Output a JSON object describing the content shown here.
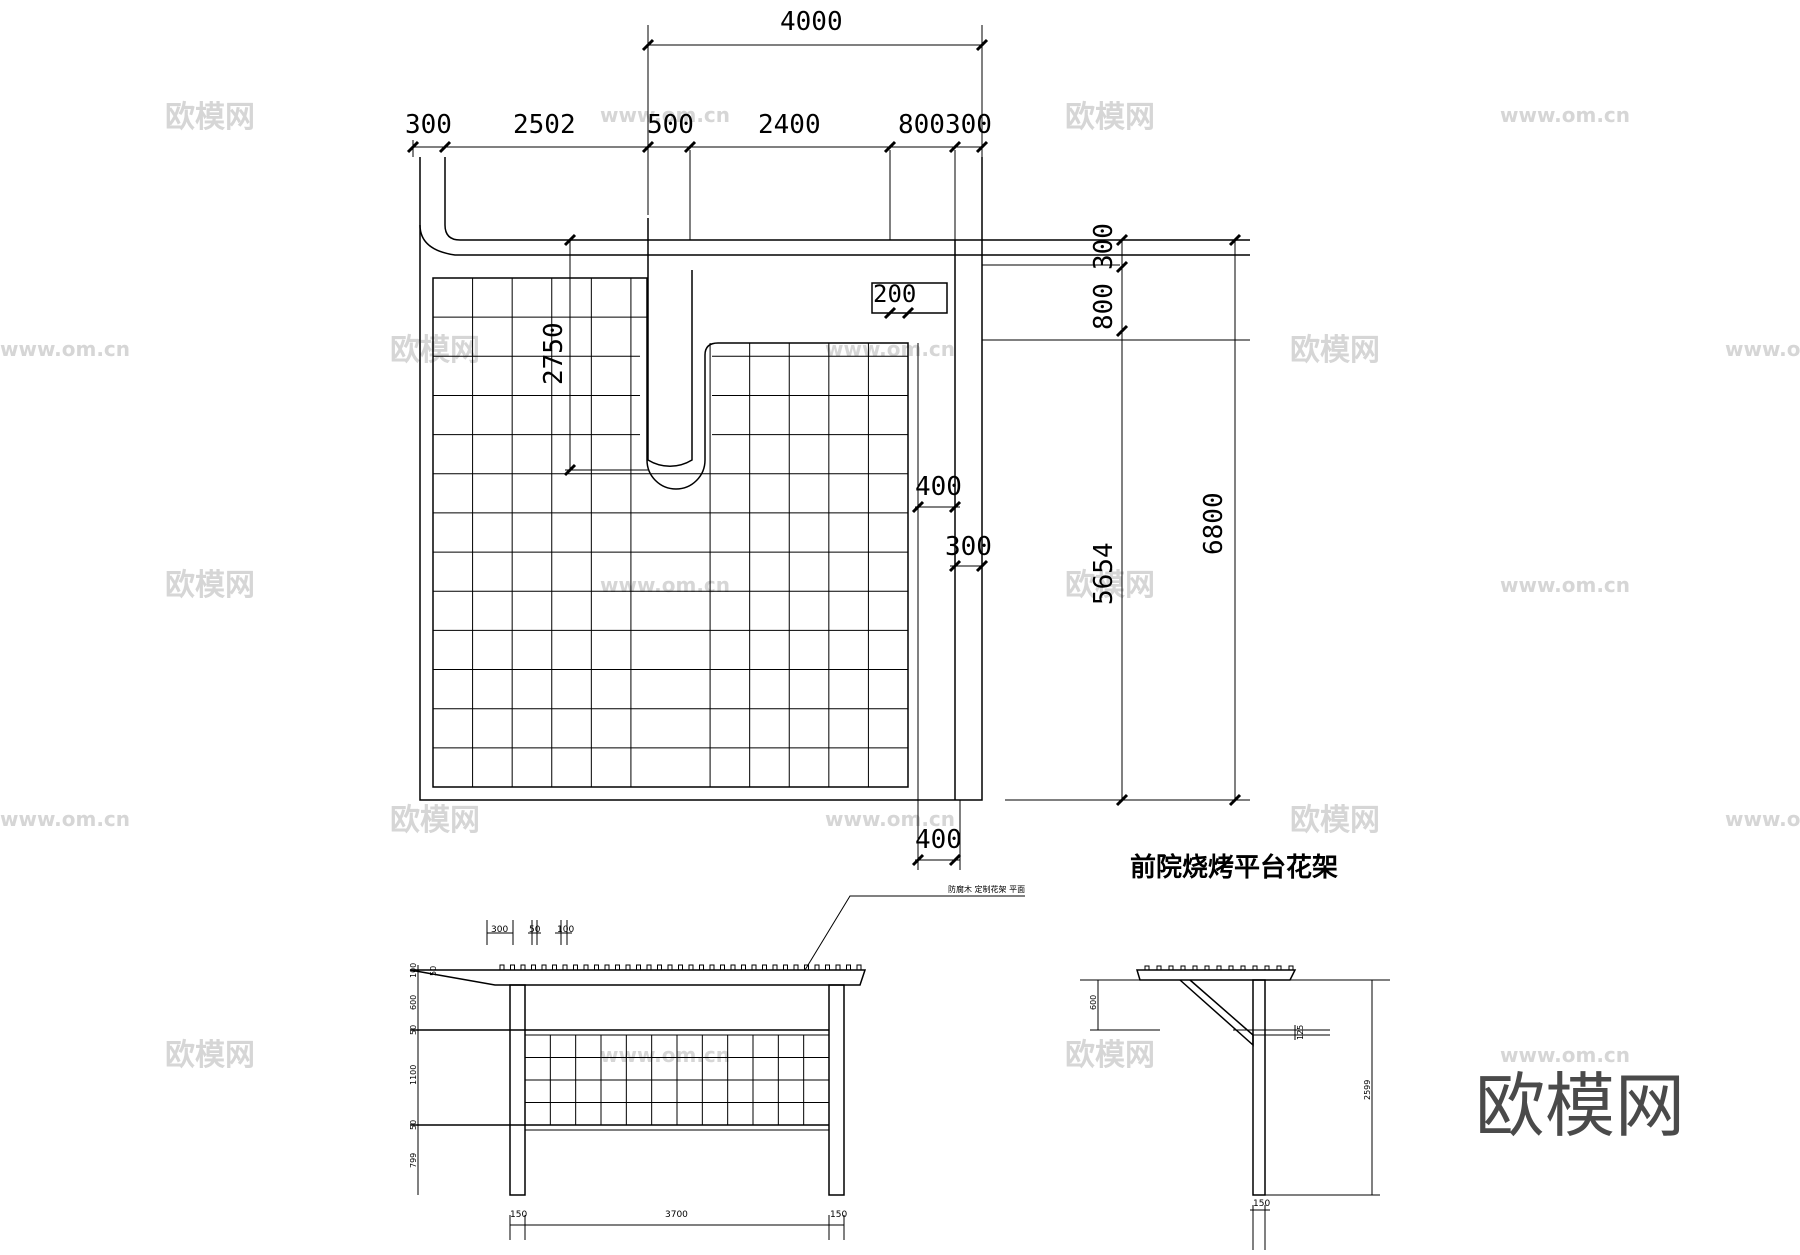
{
  "watermark": {
    "brand": "欧模网",
    "url": "www.om.cn"
  },
  "plan": {
    "title": "前院烧烤平台花架",
    "top_dims": {
      "overall": "4000",
      "d300a": "300",
      "d2502": "2502",
      "d500": "500",
      "d2400": "2400",
      "d800": "800",
      "d300b": "300"
    },
    "right_dims": {
      "d300": "300",
      "d800": "800",
      "d5654": "5654",
      "d6800": "6800"
    },
    "inner_dims": {
      "d2750": "2750",
      "d200": "200",
      "d400a": "400",
      "d300": "300",
      "d400b": "400"
    }
  },
  "elevation": {
    "callout": "防腐木 定制花架 平面",
    "legend": [
      "300",
      "50",
      "100"
    ],
    "left_dims": [
      "100",
      "50",
      "600",
      "50",
      "1100",
      "50",
      "799"
    ],
    "bottom_dims": [
      "150",
      "3700",
      "150"
    ]
  },
  "section": {
    "dim_600": "600",
    "dim_125": "125",
    "dim_2599": "2599",
    "dim_150": "150"
  }
}
